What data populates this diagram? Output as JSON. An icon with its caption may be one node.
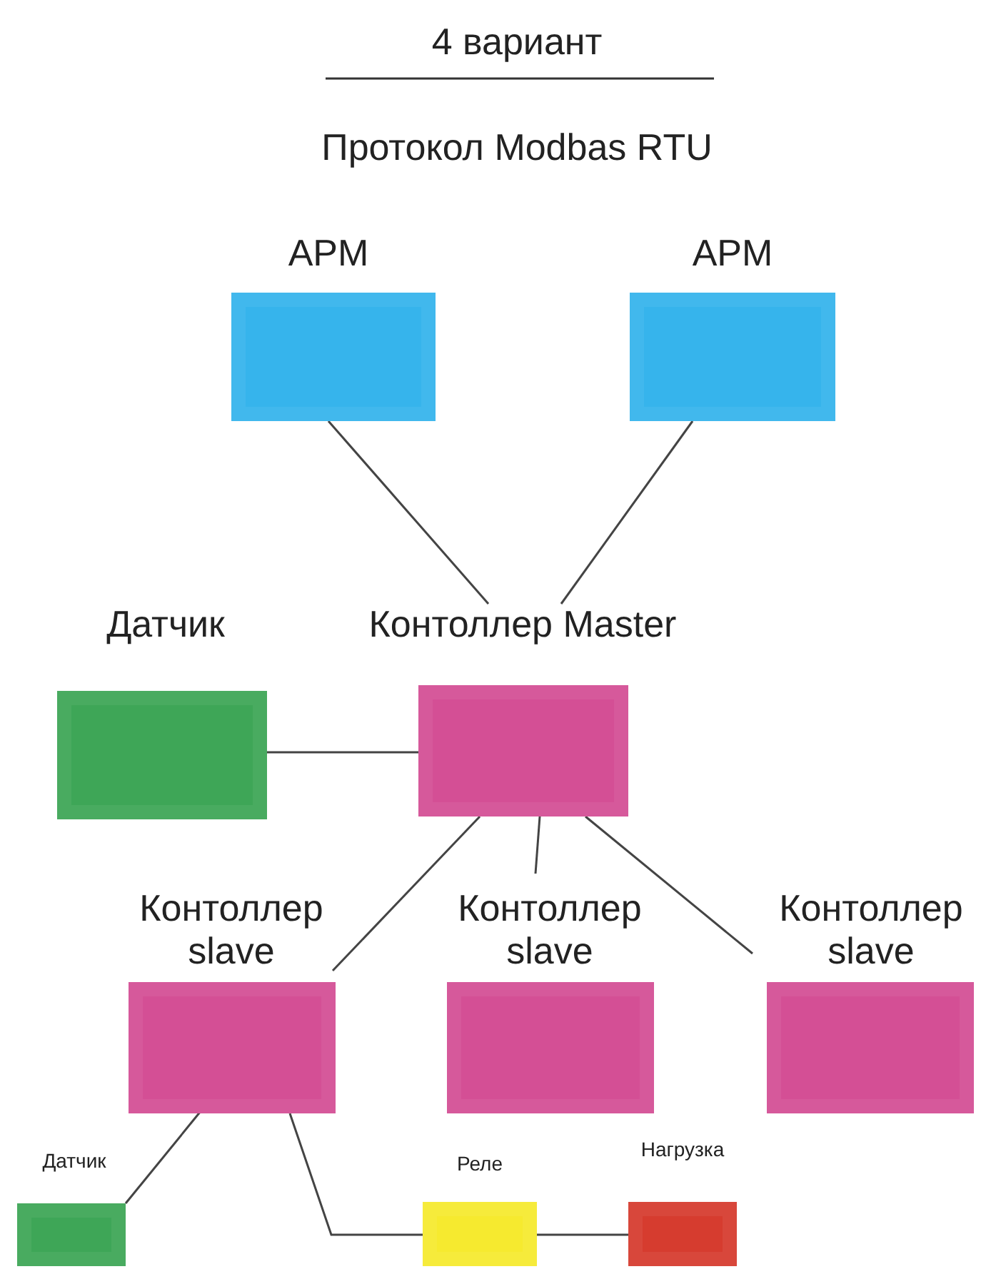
{
  "diagram": {
    "title": "4 вариант",
    "nodes": [
      {
        "text": [
          "APM"
        ]
      },
      {
        "text": [
          "APM"
        ]
      },
      {
        "text": [
          "Датчик"
        ]
      },
      {
        "text": [
          "Контоллер Master"
        ]
      },
      {
        "text": [
          "Контоллер slave"
        ]
      },
      {
        "text": [
          "Контоллер slave"
        ]
      },
      {
        "text": [
          "Контоллер slave"
        ]
      },
      {
        "text": [
          "Датчик"
        ]
      },
      {
        "text": [
          "Реле"
        ]
      },
      {
        "text": [
          "Нагрузка"
        ]
      }
    ],
    "edges": [
      {
        "from": 0,
        "to": 3,
        "arrow": "none"
      },
      {
        "from": 1,
        "to": 3,
        "arrow": "none"
      },
      {
        "from": 2,
        "to": 3,
        "arrow": "none"
      },
      {
        "from": 3,
        "to": 4,
        "arrow": "none"
      },
      {
        "from": 3,
        "to": 5,
        "arrow": "none"
      },
      {
        "from": 3,
        "to": 6,
        "arrow": "none"
      },
      {
        "from": 4,
        "to": 7,
        "arrow": "none"
      },
      {
        "from": 4,
        "to": 8,
        "arrow": "none"
      },
      {
        "from": 8,
        "to": 9,
        "arrow": "none"
      }
    ],
    "labels": [
      "Протокол Modbas RTU"
    ]
  }
}
